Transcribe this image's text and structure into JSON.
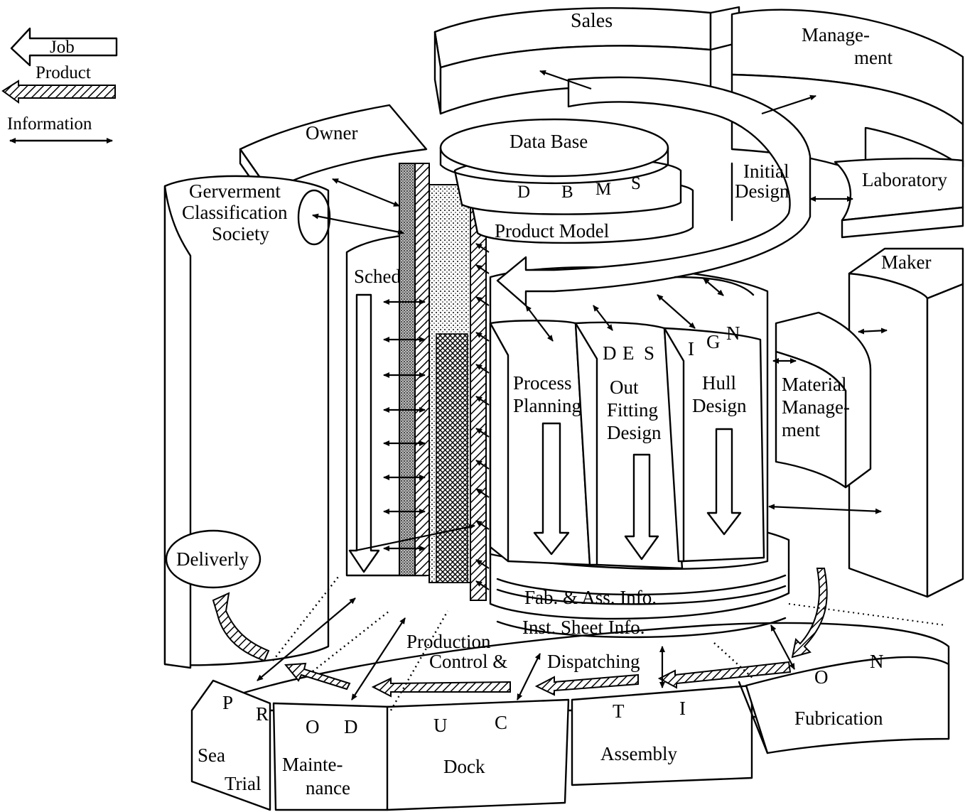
{
  "legend": {
    "job": "Job",
    "product": "Product",
    "information": "Information"
  },
  "modules": {
    "sales": "Sales",
    "management_1": "Manage-",
    "management_2": "ment",
    "owner": "Owner",
    "government_1": "Gerverment",
    "government_2": "Classification",
    "government_3": "Society",
    "laboratory": "Laboratory",
    "maker": "Maker",
    "material_1": "Material",
    "material_2": "Manage-",
    "material_3": "ment",
    "delivery": "Deliverly"
  },
  "core": {
    "data_base": "Data Base",
    "dbms": [
      "D",
      "B",
      "M",
      "S"
    ],
    "product_model": "Product Model",
    "initial_design_1": "Initial",
    "initial_design_2": "Design",
    "scheduling": "Scheduling",
    "design_letters": [
      "D",
      "E",
      "S",
      "I",
      "G",
      "N"
    ],
    "process_planning_1": "Process",
    "process_planning_2": "Planning",
    "outfitting_1": "Out",
    "outfitting_2": "Fitting",
    "outfitting_3": "Design",
    "hull_1": "Hull",
    "hull_2": "Design",
    "fab_info": "Fab. & Ass. Info.",
    "inst_info": "Inst. Sheet Info.",
    "production_control_1": "Production",
    "production_control_2": "Control &",
    "dispatching": "Dispatching"
  },
  "production": {
    "letters": [
      "P",
      "R",
      "O",
      "D",
      "U",
      "C",
      "T",
      "I",
      "O",
      "N"
    ],
    "sea_trial_1": "Sea",
    "sea_trial_2": "Trial",
    "maintenance_1": "Mainte-",
    "maintenance_2": "nance",
    "dock": "Dock",
    "assembly": "Assembly",
    "fabrication": "Fubrication"
  }
}
